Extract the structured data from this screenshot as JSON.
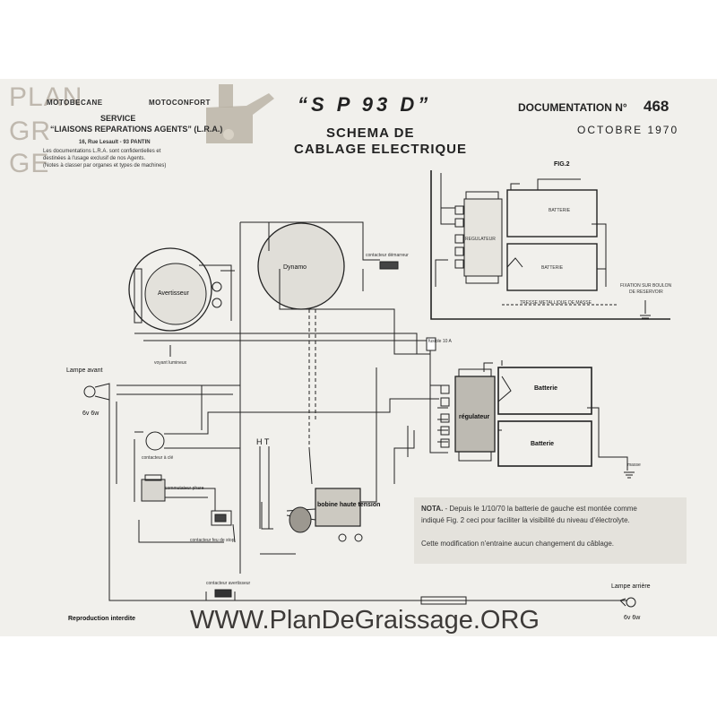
{
  "header": {
    "title": "“S P 93 D”",
    "subtitle_line1": "SCHEMA DE",
    "subtitle_line2": "CABLAGE ELECTRIQUE",
    "doc_label": "DOCUMENTATION  N°",
    "doc_number": "468",
    "date": "OCTOBRE 1970"
  },
  "letterhead": {
    "brand_left": "MOTOBECANE",
    "brand_right": "MOTOCONFORT",
    "service": "SERVICE",
    "service_line2": "“LIAISONS REPARATIONS AGENTS” (L.R.A.)",
    "address": "16, Rue Lesault - 93 PANTIN",
    "note1": "Les documentations L.R.A. sont confidentielles et",
    "note2": "destinées à l'usage exclusif de nos Agents.",
    "note3": "(Notes à classer par organes et types de machines)"
  },
  "watermark": {
    "line1": "PLAN",
    "line2": "GR",
    "line3": "GE",
    "url": "WWW.PlanDeGraissage.ORG"
  },
  "fig2": {
    "label": "FIG.2",
    "regulateur": "REGULATEUR",
    "batterie_top": "BATTERIE",
    "batterie_bottom": "BATTERIE",
    "fixation1": "FIXATION SUR BOULON",
    "fixation2": "DE RESERVOIR",
    "tresse": "TRESSE METALLIQUE DE MASSE"
  },
  "components": {
    "dynamo": "Dynamo",
    "avertisseur": "Avertisseur",
    "contacteur_demarreur": "contacteur démarreur",
    "voyant_lumineux": "voyant lumineux",
    "fusible": "fusible 10 A",
    "regulateur": "régulateur",
    "batterie_top": "Batterie",
    "batterie_bottom": "Batterie",
    "lampe_avant": "Lampe avant",
    "lampe_avant_spec": "6v 6w",
    "contacteur_cle": "contacteur à clé",
    "commutateur_phare": "commutateur phare",
    "contacteur_feu_stop": "contacteur feu de stop",
    "ht": "H T",
    "bobine": "bobine haute tension",
    "contacteur_avertisseur": "contacteur avertisseur",
    "masse": "masse",
    "lampe_arriere": "Lampe arrière",
    "lampe_arriere_spec": "6v 6w",
    "reproduction": "Reproduction interdite"
  },
  "nota": {
    "lead": "NOTA.",
    "text1": " - Depuis le 1/10/70 la batterie de gauche est montée comme indiqué Fig. 2 ceci pour faciliter la visibilité du niveau d'électrolyte.",
    "text2": "Cette modification n'entraine aucun changement du câblage."
  },
  "colors": {
    "paper": "#f1f0ec",
    "ink": "#222222",
    "watermark": "#bfb8ae"
  }
}
